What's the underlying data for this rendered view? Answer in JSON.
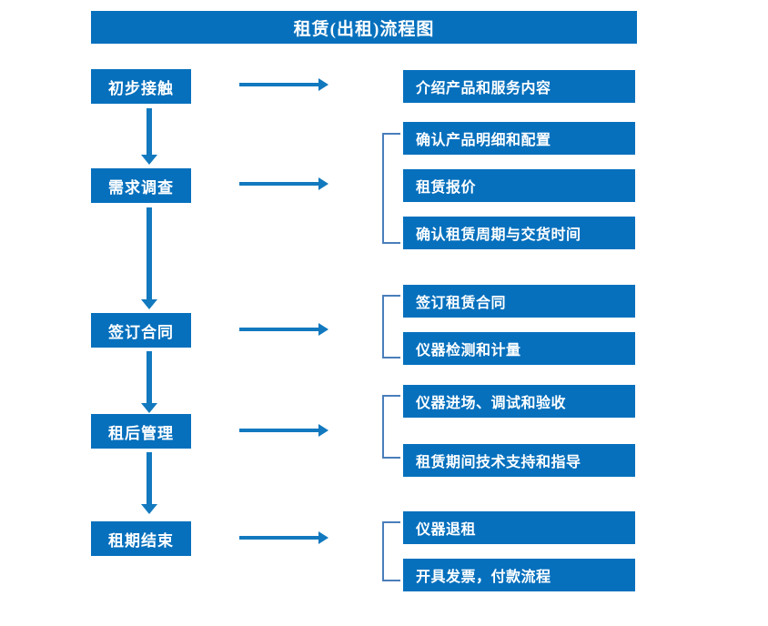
{
  "diagram": {
    "title": "租赁(出租)流程图",
    "accent_color": "#0670BD",
    "arrow_color": "#1279BE",
    "bracket_color": "#4A7EBB",
    "background_color": "#FFFFFF",
    "type": "flowchart",
    "stages": [
      {
        "label": "初步接触",
        "details": [
          "介绍产品和服务内容"
        ],
        "bracketed": false
      },
      {
        "label": "需求调查",
        "details": [
          "确认产品明细和配置",
          "租赁报价",
          "确认租赁周期与交货时间"
        ],
        "bracketed": true
      },
      {
        "label": "签订合同",
        "details": [
          "签订租赁合同",
          "仪器检测和计量"
        ],
        "bracketed": true
      },
      {
        "label": "租后管理",
        "details": [
          "仪器进场、调试和验收",
          "租赁期间技术支持和指导"
        ],
        "bracketed": true
      },
      {
        "label": "租期结束",
        "details": [
          "仪器退租",
          "开具发票，付款流程"
        ],
        "bracketed": true
      }
    ],
    "connectors": {
      "vertical_arrow_icon": "arrow-down-icon",
      "horizontal_arrow_icon": "arrow-right-icon",
      "bracket_icon": "group-bracket-icon"
    }
  }
}
